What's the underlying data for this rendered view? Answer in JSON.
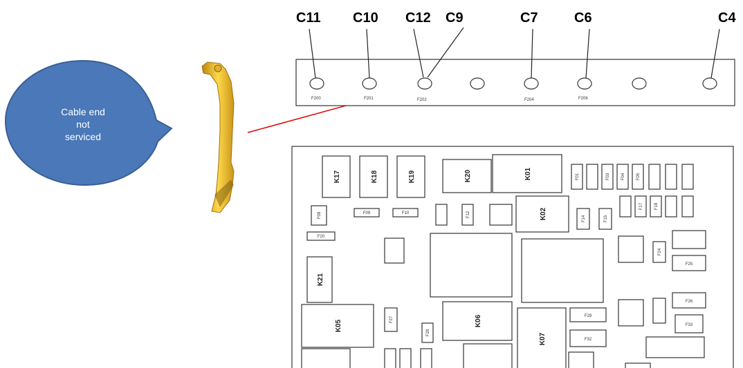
{
  "callout": {
    "lines": [
      "Cable end",
      "not",
      "serviced"
    ],
    "color": "#4a78b8"
  },
  "connector_labels": [
    "C11",
    "C10",
    "C12",
    "C9",
    "C7",
    "C6",
    "C4"
  ],
  "fuse_bar_labels": [
    "F200",
    "F201",
    "F202",
    "F204",
    "F206"
  ],
  "relay_labels": {
    "K17": "K17",
    "K18": "K18",
    "K19": "K19",
    "K20": "K20",
    "K01": "K01",
    "K02": "K02",
    "K21": "K21",
    "K05": "K05",
    "K06": "K06",
    "K07": "K07"
  },
  "fuse_labels": {
    "F01": "F01",
    "F03": "F03",
    "F04": "F04",
    "F05": "F05",
    "F08": "F08",
    "F09": "F09",
    "F10": "F10",
    "F12": "F12",
    "F14": "F14",
    "F15": "F15",
    "F17": "F17",
    "F18": "F18",
    "F20": "F20",
    "F24": "F24",
    "F25": "F25",
    "F26": "F26",
    "F27": "F27",
    "F28": "F28",
    "F29": "F29",
    "F32": "F32",
    "F33": "F33"
  },
  "colors": {
    "arrow": "#e00000",
    "cable_part": "#d9a520"
  }
}
